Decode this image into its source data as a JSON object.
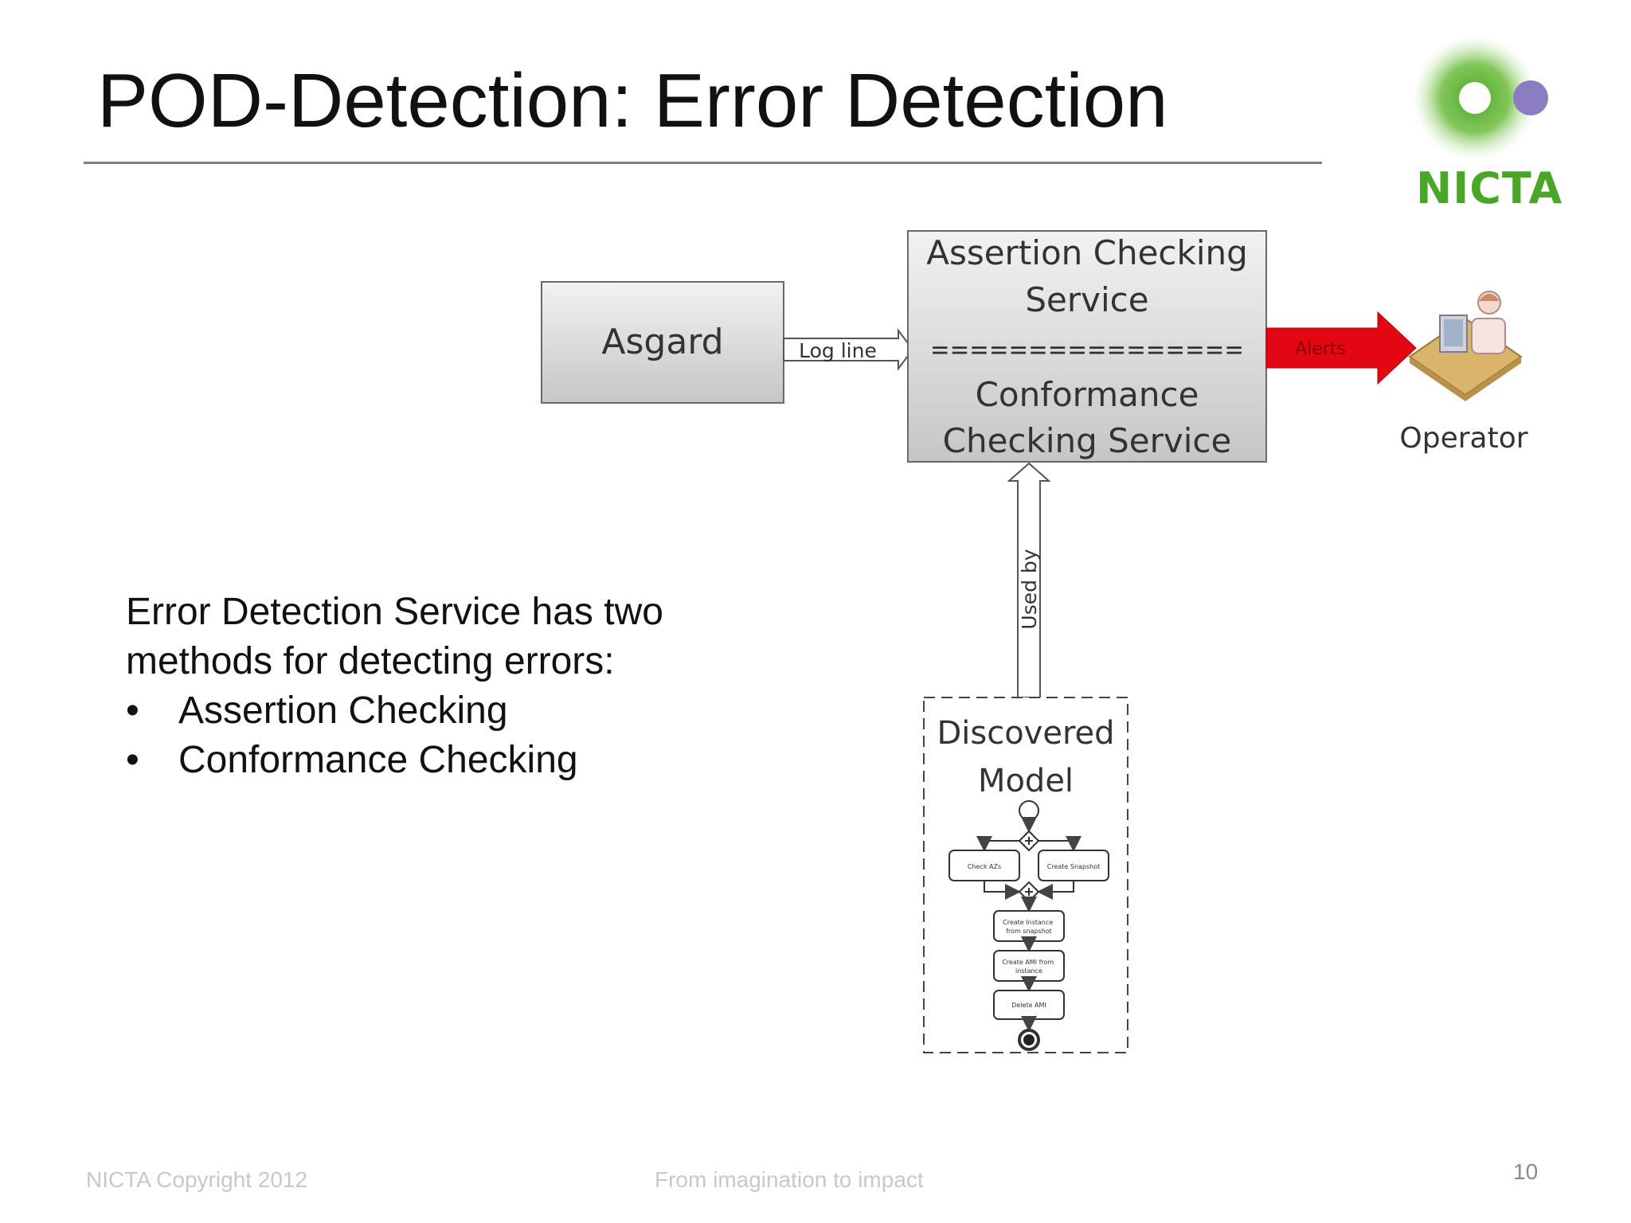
{
  "slide": {
    "title": "POD-Detection: Error Detection",
    "logo_text": "NICTA",
    "body_intro_1": "Error Detection Service has two",
    "body_intro_2": "methods for detecting errors:",
    "bullets": [
      "Assertion Checking",
      "Conformance Checking"
    ],
    "bullet_glyph": "•",
    "footer_left": "NICTA Copyright 2012",
    "footer_center": "From imagination to impact",
    "page_number": "10"
  },
  "diagram": {
    "asgard_label": "Asgard",
    "log_line_label": "Log line",
    "service_line_1": "Assertion Checking",
    "service_line_2": "Service",
    "service_separator": "================",
    "service_line_3": "Conformance",
    "service_line_4": "Checking Service",
    "alerts_label": "Alerts",
    "operator_label": "Operator",
    "used_by_label": "Used by",
    "model_line_1": "Discovered",
    "model_line_2": "Model",
    "model_tasks": [
      [
        "Check AZs"
      ],
      [
        "Create Snapshot"
      ],
      [
        "Create Instance",
        "from snapshot"
      ],
      [
        "Create AMI from",
        "instance"
      ],
      [
        "Delete AMI"
      ]
    ],
    "colors": {
      "box_fill_top": "#f2f2f2",
      "box_fill_bottom": "#c6c6c6",
      "alert_arrow": "#e30613",
      "logo_green": "#4aa628",
      "logo_purple": "#8c7cc4"
    }
  }
}
